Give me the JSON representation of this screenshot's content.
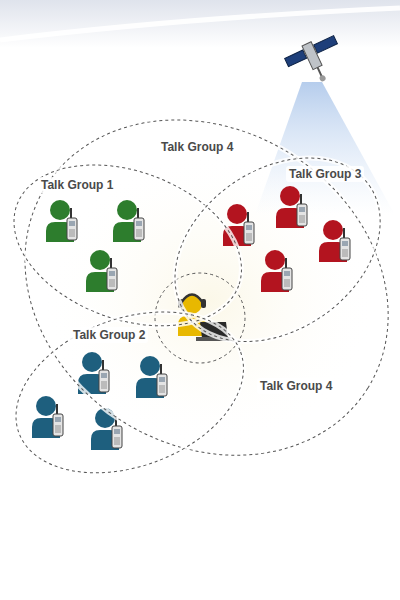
{
  "diagram": {
    "nodes": [
      {
        "text": [
          "Talk Group 4",
          "Talk Group 4"
        ]
      },
      {
        "text": [
          "Talk Group 1"
        ]
      },
      {
        "text": [
          "Talk Group 3"
        ]
      },
      {
        "text": [
          "Talk Group 2"
        ]
      }
    ]
  }
}
